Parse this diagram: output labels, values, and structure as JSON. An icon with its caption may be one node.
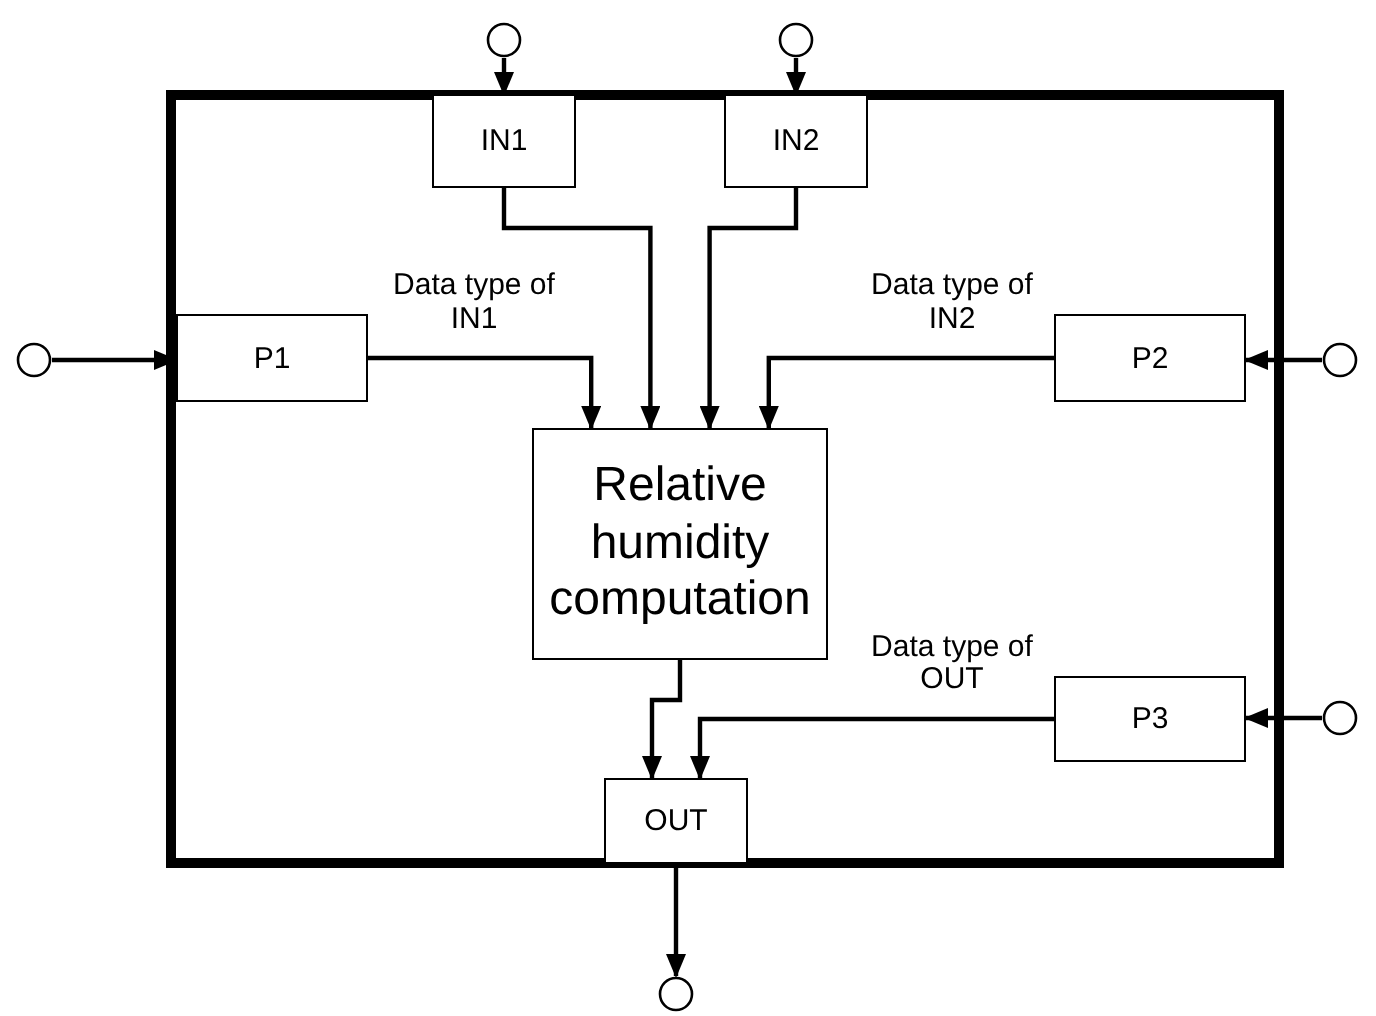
{
  "diagram": {
    "nodes": [
      {
        "text": [],
        "shape": "circle"
      },
      {
        "text": [],
        "shape": "circle"
      },
      {
        "text": [],
        "shape": "box"
      },
      {
        "text": [
          "IN1"
        ],
        "in": 2
      },
      {
        "text": [
          "IN2"
        ],
        "in": 2
      },
      {
        "text": [
          "P1"
        ],
        "in": 2
      },
      {
        "text": [
          "P2"
        ],
        "in": 2
      },
      {
        "text": [
          "Relative humidity computation"
        ],
        "in": 2
      },
      {
        "text": [
          "P3"
        ],
        "in": 2
      },
      {
        "text": [
          "OUT"
        ],
        "in": 2
      },
      {
        "text": [],
        "shape": "circle"
      },
      {
        "text": [],
        "shape": "circle"
      },
      {
        "text": [],
        "shape": "circle"
      },
      {
        "text": [],
        "shape": "circle"
      }
    ],
    "edges": [
      {
        "from": 0,
        "to": 3,
        "arrow": "to"
      },
      {
        "from": 1,
        "to": 4,
        "arrow": "to"
      },
      {
        "from": 10,
        "to": 5,
        "arrow": "to"
      },
      {
        "from": 11,
        "to": 6,
        "arrow": "to"
      },
      {
        "from": 12,
        "to": 8,
        "arrow": "to"
      },
      {
        "from": 9,
        "to": 13,
        "arrow": "to"
      },
      {
        "from": 3,
        "to": 7,
        "arrow": "to"
      },
      {
        "from": 4,
        "to": 7,
        "arrow": "to"
      },
      {
        "from": 5,
        "to": 7,
        "arrow": "to",
        "label": "Data type of IN1"
      },
      {
        "from": 6,
        "to": 7,
        "arrow": "to",
        "label": "Data type of IN2"
      },
      {
        "from": 7,
        "to": 9,
        "arrow": "to"
      },
      {
        "from": 8,
        "to": 9,
        "arrow": "to",
        "label": "Data type of OUT"
      }
    ]
  }
}
